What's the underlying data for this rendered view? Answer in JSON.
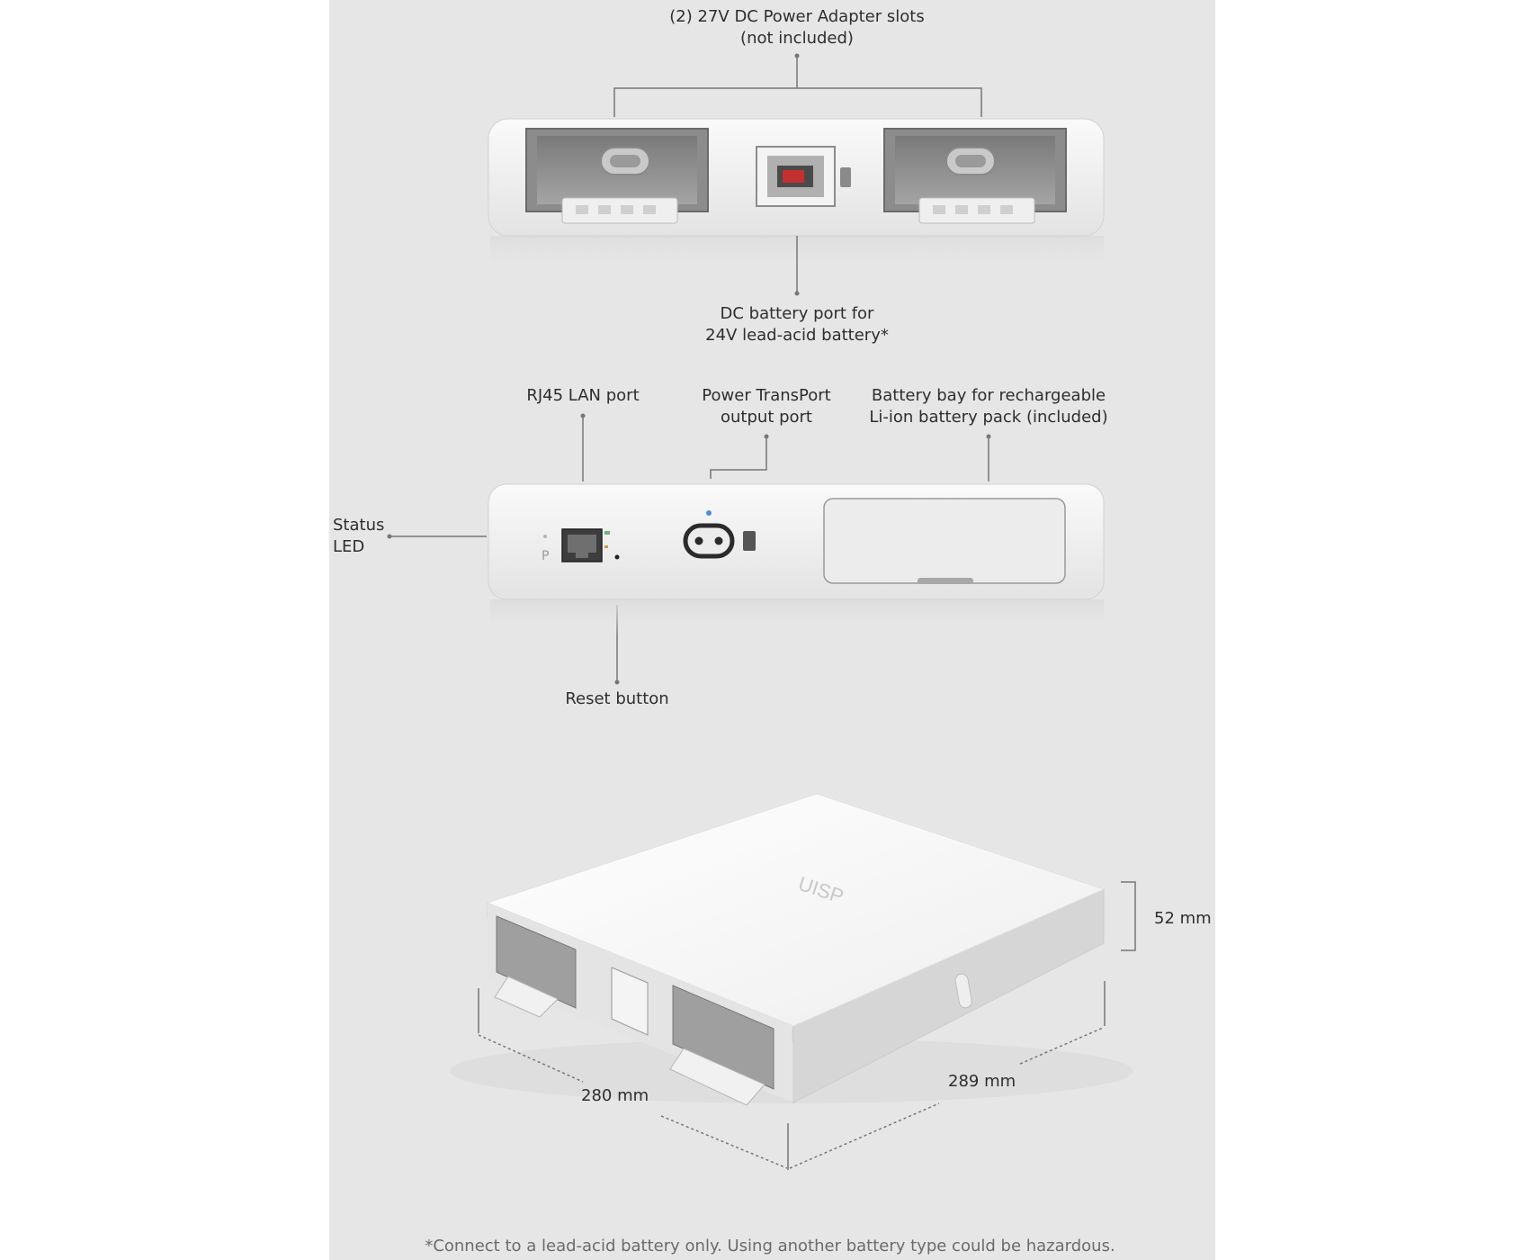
{
  "top_view": {
    "adapter_slots_label": [
      "(2) 27V DC Power Adapter slots",
      "(not included)"
    ],
    "dc_port_label": [
      "DC battery port for",
      "24V lead-acid battery*"
    ]
  },
  "front_view": {
    "rj45_label": [
      "RJ45 LAN port"
    ],
    "transport_label": [
      "Power TransPort",
      "output port"
    ],
    "battery_bay_label": [
      "Battery bay for rechargeable",
      "Li-ion battery pack (included)"
    ],
    "status_led_label": [
      "Status",
      "LED"
    ],
    "reset_label": [
      "Reset button"
    ],
    "led_mark": "P"
  },
  "iso_view": {
    "logo": "UISP",
    "height": "52 mm",
    "width": "280 mm",
    "depth": "289 mm"
  },
  "footnote": "*Connect to a lead-acid battery only. Using another battery type could be hazardous."
}
